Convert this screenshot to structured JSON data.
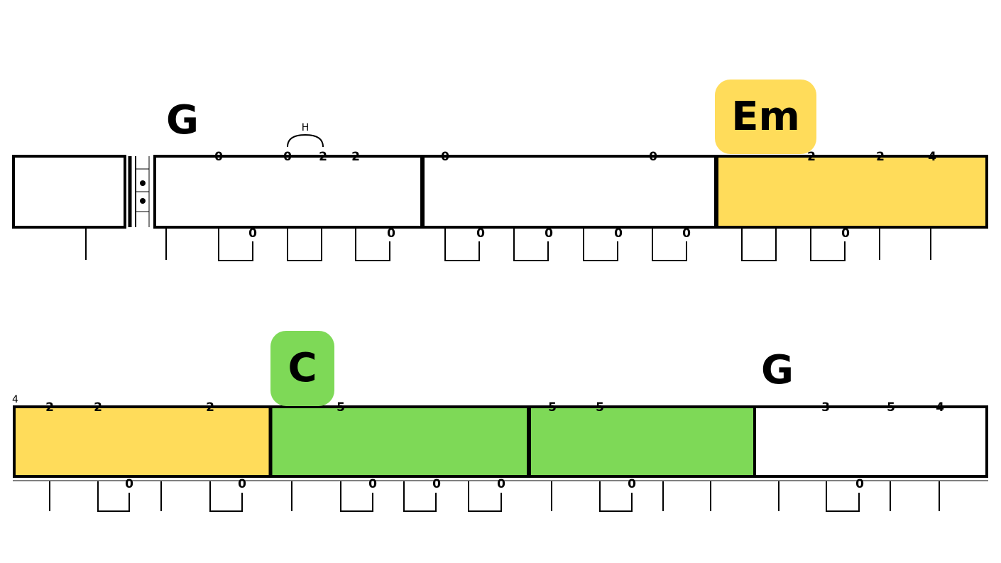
{
  "chords": {
    "g_top": "G",
    "em": "Em",
    "c": "C",
    "g_bottom": "G"
  },
  "technique": {
    "hammer_on": "H"
  },
  "measure_number": "4",
  "colors": {
    "em": "#FFDC5A",
    "c": "#7ED957",
    "staff": "#000000",
    "background": "#FFFFFF"
  },
  "system1": {
    "top_frets": [
      "0",
      "0",
      "2",
      "2",
      "0",
      "0",
      "2",
      "2",
      "4"
    ],
    "bottom_frets": [
      "0",
      "0",
      "0",
      "0",
      "0",
      "0",
      "0"
    ]
  },
  "system2": {
    "top_frets": [
      "2",
      "2",
      "2",
      "5",
      "5",
      "5",
      "3",
      "5",
      "4"
    ],
    "bottom_frets": [
      "0",
      "0",
      "0",
      "0",
      "0",
      "0",
      "0"
    ]
  }
}
